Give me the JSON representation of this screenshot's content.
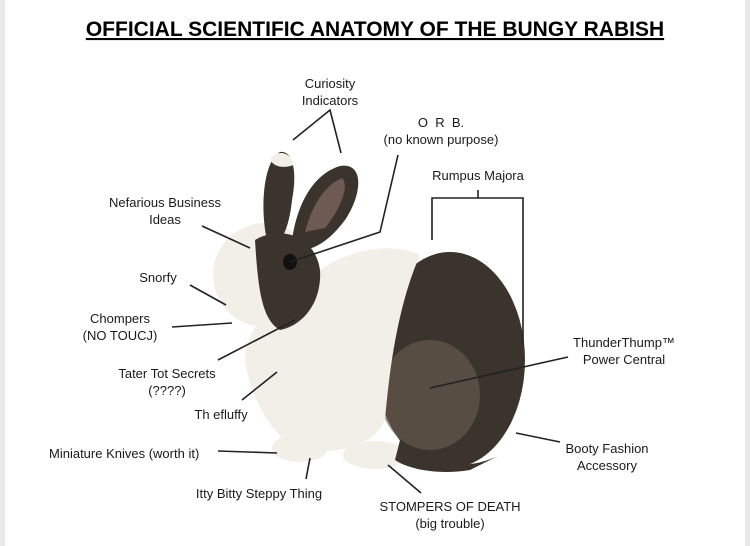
{
  "title": "OFFICIAL SCIENTIFIC ANATOMY OF THE BUNGY RABISH",
  "labels": {
    "curiosity": [
      "Curiosity",
      "Indicators"
    ],
    "orb": [
      "O  R  B.",
      "(no known purpose)"
    ],
    "rumpus": "Rumpus Majora",
    "nefarious": [
      "Nefarious Business",
      "Ideas"
    ],
    "snorfy": "Snorfy",
    "chompers": [
      "Chompers",
      "(NO TOUCJ)"
    ],
    "tater": [
      "Tater Tot Secrets",
      "(????)"
    ],
    "fluffy": "Th efluffy",
    "knives": "Miniature Knives (worth it)",
    "steppy": "Itty Bitty Steppy Thing",
    "stompers": [
      "STOMPERS OF DEATH",
      "(big trouble)"
    ],
    "thunder": [
      "ThunderThump™",
      "Power Central"
    ],
    "booty": [
      "Booty Fashion",
      "Accessory"
    ]
  },
  "colors": {
    "fur_dark": "#3b342d",
    "fur_light": "#f2efe8"
  }
}
